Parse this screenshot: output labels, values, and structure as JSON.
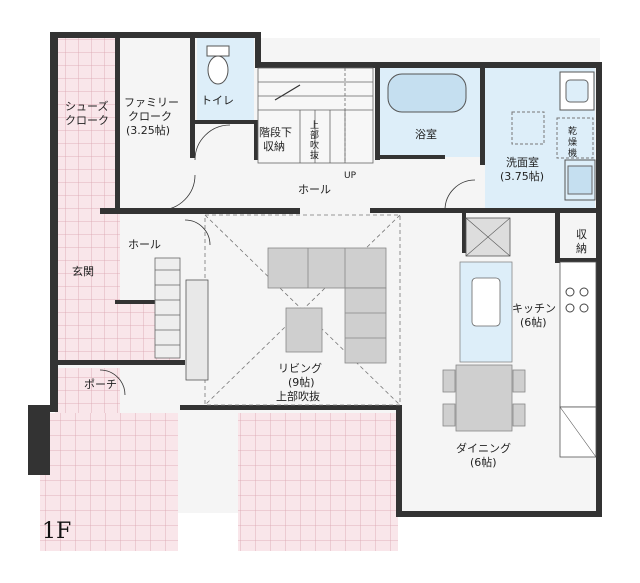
{
  "floor_label": "1F",
  "rooms": {
    "shoes": [
      "シューズ",
      "クローク"
    ],
    "family": [
      "ファミリー",
      "クローク",
      "(3.25帖)"
    ],
    "toilet": "トイレ",
    "understair": [
      "階段下",
      "収納"
    ],
    "void_top": [
      "上",
      "部",
      "吹",
      "抜"
    ],
    "bath": "浴室",
    "washroom": [
      "洗面室",
      "(3.75帖)"
    ],
    "dryer": [
      "乾",
      "燥",
      "機"
    ],
    "hall_upper": "ホール",
    "up": "UP",
    "hall_lower": "ホール",
    "entrance": "玄関",
    "storage": [
      "収",
      "納"
    ],
    "kitchen": [
      "キッチン",
      "(6帖)"
    ],
    "living": [
      "リビング",
      "(9帖)",
      "上部吹抜"
    ],
    "porch": "ポーチ",
    "dining": [
      "ダイニング",
      "(6帖)"
    ]
  },
  "colors": {
    "wall": "#333333",
    "floor": "#f5f5f5",
    "tile": "#f9e6ea",
    "tile_line": "#d9a3ad",
    "wet": "#ddeef9",
    "furniture": "#cfcfcf",
    "furniture_line": "#888888"
  }
}
